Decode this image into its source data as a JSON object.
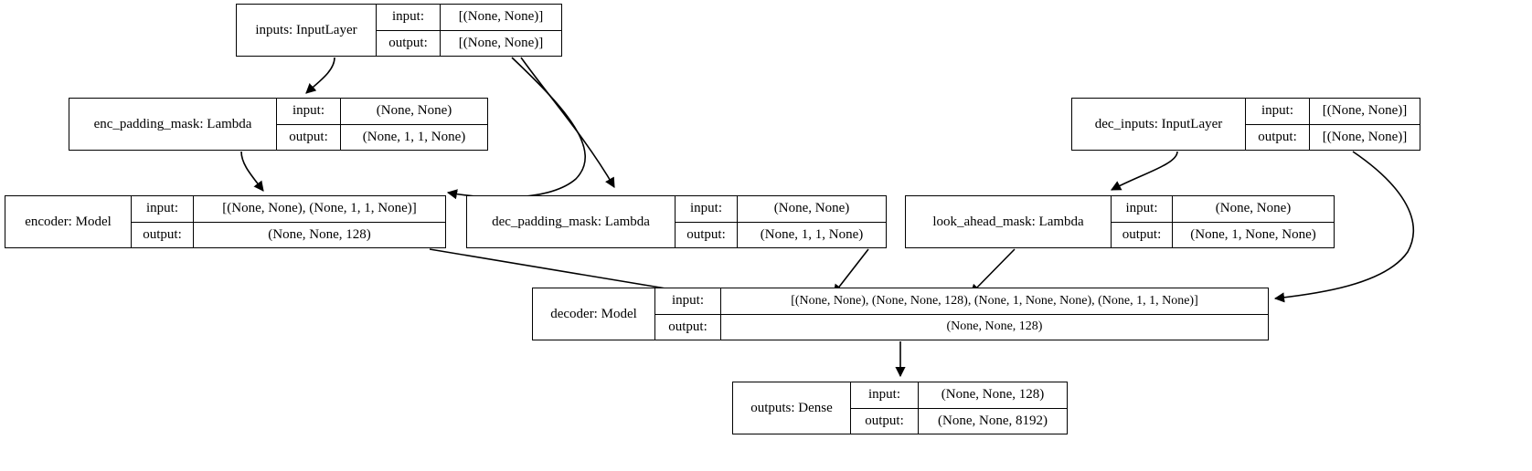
{
  "graph": {
    "title": "Keras model plot",
    "edge_color": "#000000",
    "node_border_color": "#000000",
    "node_fill_color": "#ffffff",
    "background_color": "#ffffff"
  },
  "nodes": {
    "inputs": {
      "name": "inputs: InputLayer",
      "input_label": "input:",
      "input_shape": "[(None, None)]",
      "output_label": "output:",
      "output_shape": "[(None, None)]"
    },
    "enc_padding_mask": {
      "name": "enc_padding_mask: Lambda",
      "input_label": "input:",
      "input_shape": "(None, None)",
      "output_label": "output:",
      "output_shape": "(None, 1, 1, None)"
    },
    "dec_inputs": {
      "name": "dec_inputs: InputLayer",
      "input_label": "input:",
      "input_shape": "[(None, None)]",
      "output_label": "output:",
      "output_shape": "[(None, None)]"
    },
    "encoder": {
      "name": "encoder: Model",
      "input_label": "input:",
      "input_shape": "[(None, None), (None, 1, 1, None)]",
      "output_label": "output:",
      "output_shape": "(None, None, 128)"
    },
    "dec_padding_mask": {
      "name": "dec_padding_mask: Lambda",
      "input_label": "input:",
      "input_shape": "(None, None)",
      "output_label": "output:",
      "output_shape": "(None, 1, 1, None)"
    },
    "look_ahead_mask": {
      "name": "look_ahead_mask: Lambda",
      "input_label": "input:",
      "input_shape": "(None, None)",
      "output_label": "output:",
      "output_shape": "(None, 1, None, None)"
    },
    "decoder": {
      "name": "decoder: Model",
      "input_label": "input:",
      "input_shape": "[(None, None), (None, None, 128), (None, 1, None, None), (None, 1, 1, None)]",
      "output_label": "output:",
      "output_shape": "(None, None, 128)"
    },
    "outputs": {
      "name": "outputs: Dense",
      "input_label": "input:",
      "input_shape": "(None, None, 128)",
      "output_label": "output:",
      "output_shape": "(None, None, 8192)"
    }
  },
  "edges": [
    {
      "id": "inputs-to-enc-padding-mask",
      "from": "inputs",
      "to": "enc_padding_mask"
    },
    {
      "id": "inputs-to-dec-padding-mask",
      "from": "inputs",
      "to": "dec_padding_mask"
    },
    {
      "id": "inputs-to-encoder",
      "from": "inputs",
      "to": "encoder"
    },
    {
      "id": "enc-padding-mask-to-encoder",
      "from": "enc_padding_mask",
      "to": "encoder"
    },
    {
      "id": "dec-inputs-to-look-ahead-mask",
      "from": "dec_inputs",
      "to": "look_ahead_mask"
    },
    {
      "id": "dec-inputs-to-decoder",
      "from": "dec_inputs",
      "to": "decoder"
    },
    {
      "id": "encoder-to-decoder",
      "from": "encoder",
      "to": "decoder"
    },
    {
      "id": "dec-padding-mask-to-decoder",
      "from": "dec_padding_mask",
      "to": "decoder"
    },
    {
      "id": "look-ahead-mask-to-decoder",
      "from": "look_ahead_mask",
      "to": "decoder"
    },
    {
      "id": "decoder-to-outputs",
      "from": "decoder",
      "to": "outputs"
    }
  ]
}
